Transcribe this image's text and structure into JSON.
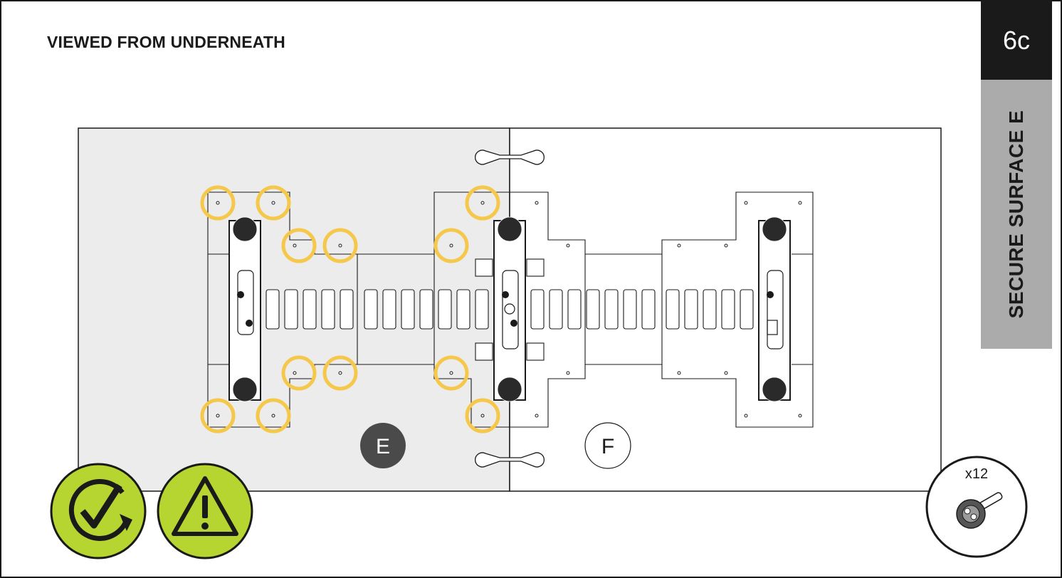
{
  "heading": "VIEWED FROM UNDERNEATH",
  "step": "6c",
  "side_title": "SECURE SURFACE E",
  "labels": {
    "part_e": "E",
    "part_f": "F"
  },
  "hardware": {
    "quantity": "x12"
  },
  "icons": [
    "rotate-check-icon",
    "warning-triangle-icon",
    "screw-icon"
  ],
  "colors": {
    "highlight": "#f5c74b",
    "accent_green": "#b7d530",
    "dark": "#1a1a1a",
    "panel_e": "#ececec",
    "side_tab": "#ababab"
  }
}
